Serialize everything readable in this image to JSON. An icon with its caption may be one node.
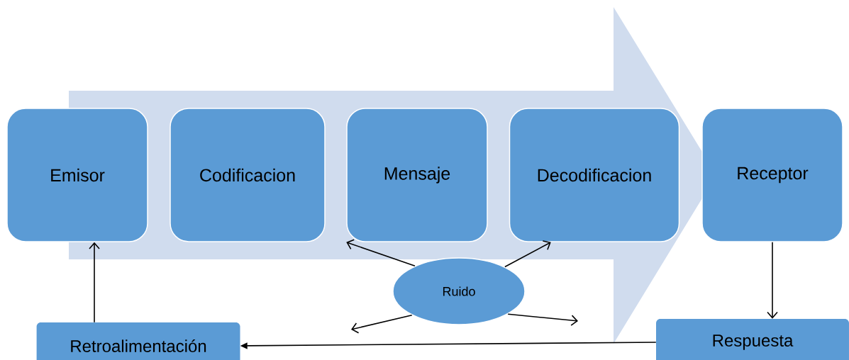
{
  "diagram": {
    "nodes": [
      {
        "text": [
          "Emisor"
        ]
      },
      {
        "text": [
          "Codificacion"
        ]
      },
      {
        "text": [
          "Mensaje"
        ]
      },
      {
        "text": [
          "Decodificacion"
        ]
      },
      {
        "text": [
          "Receptor"
        ]
      },
      {
        "text": [
          "Ruido"
        ]
      },
      {
        "text": [
          "Retroalimentación"
        ]
      },
      {
        "text": [
          "Respuesta"
        ]
      }
    ],
    "edges": [
      {
        "from": 5,
        "to": 2,
        "arrow": "to"
      },
      {
        "from": 5,
        "to": 3,
        "arrow": "to"
      },
      {
        "from": 5,
        "to": null,
        "arrow": "to"
      },
      {
        "from": 5,
        "to": null,
        "arrow": "to"
      },
      {
        "from": 4,
        "to": 7,
        "arrow": "to"
      },
      {
        "from": 7,
        "to": 6,
        "arrow": "to"
      },
      {
        "from": 6,
        "to": 0,
        "arrow": "to"
      },
      {
        "from": 0,
        "to": 4,
        "arrow": "to",
        "style": "thick",
        "color": "#d0dcee"
      }
    ]
  }
}
